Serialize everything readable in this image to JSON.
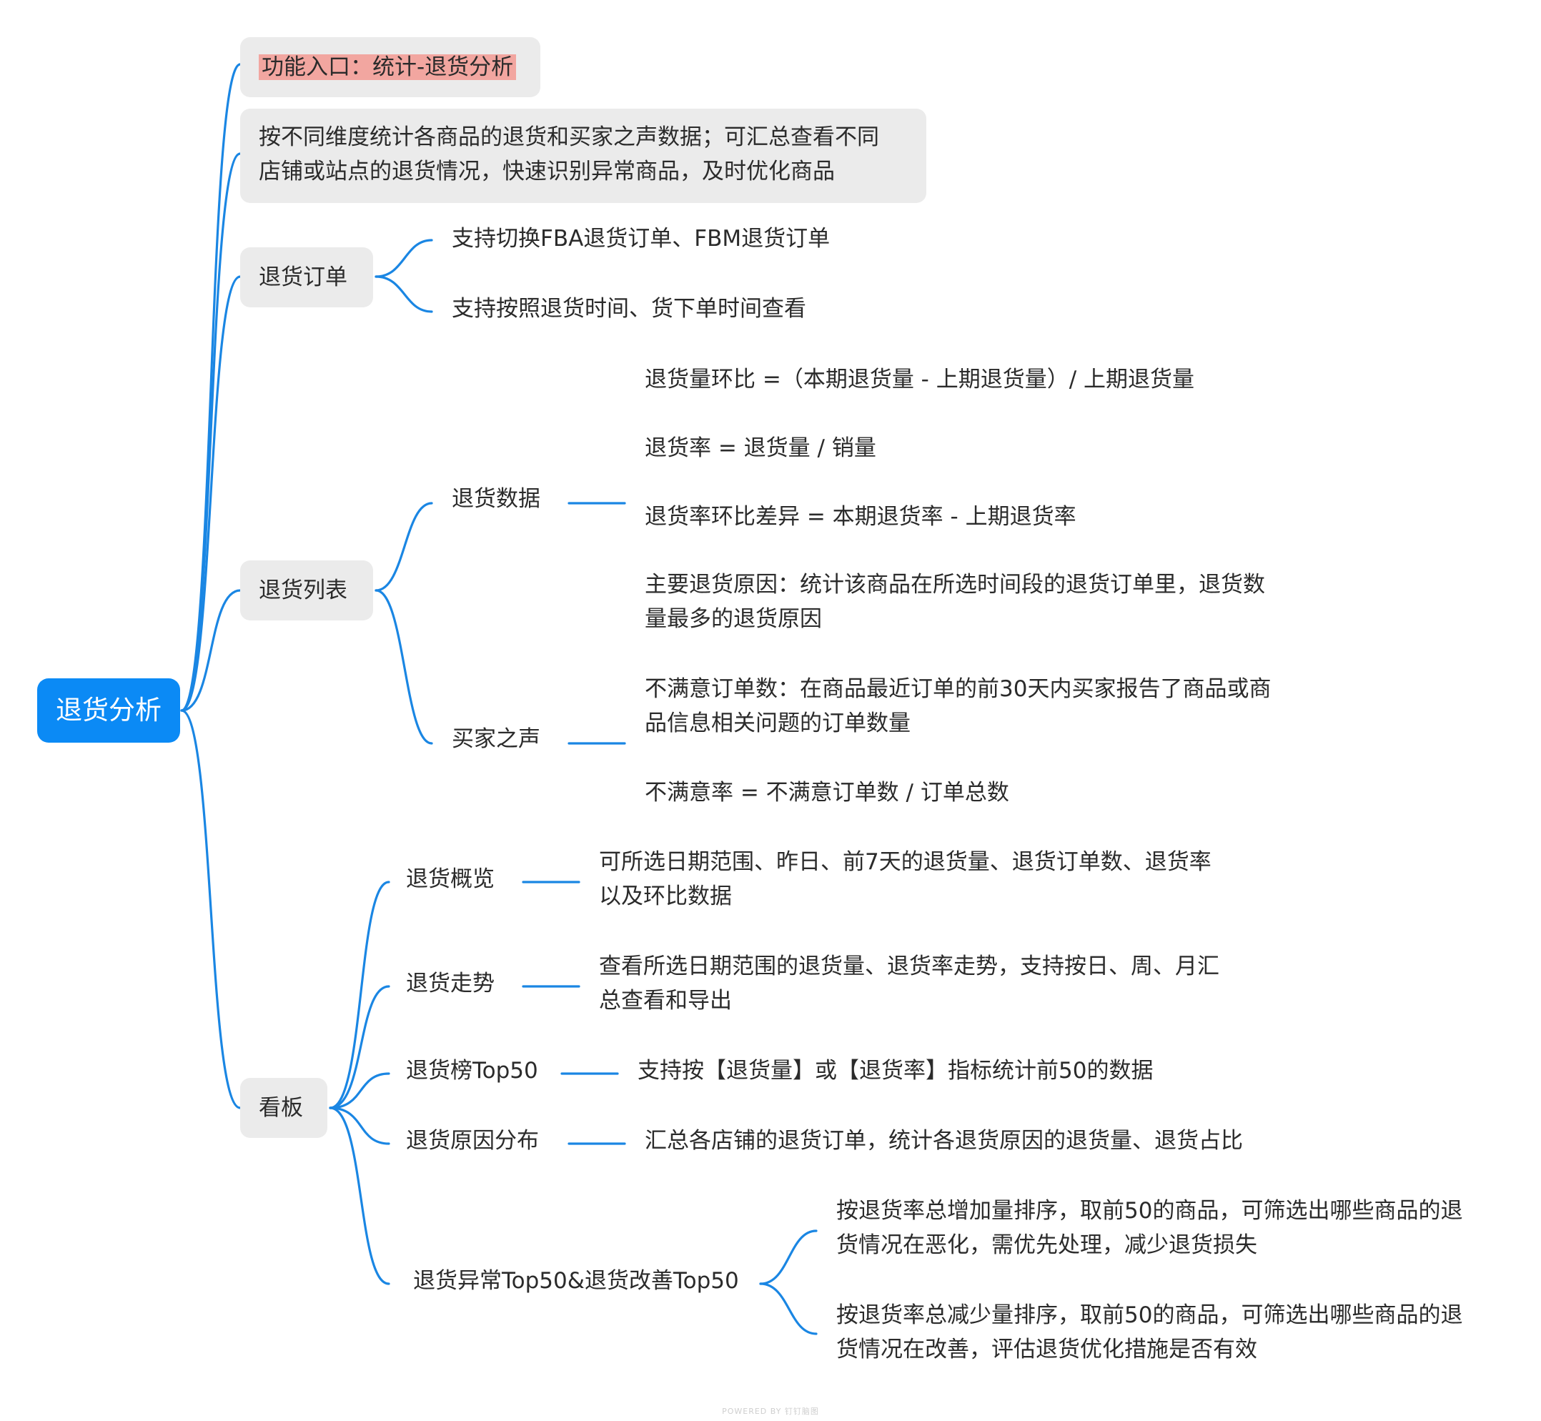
{
  "root": "退货分析",
  "entry": "功能入口：统计-退货分析",
  "intro": {
    "line1": "按不同维度统计各商品的退货和买家之声数据；可汇总查看不同",
    "line2": "店铺或站点的退货情况，快速识别异常商品，及时优化商品"
  },
  "orders": {
    "label": "退货订单",
    "items": [
      "支持切换FBA退货订单、FBM退货订单",
      "支持按照退货时间、货下单时间查看"
    ]
  },
  "list": {
    "label": "退货列表",
    "return_data": {
      "label": "退货数据",
      "items": [
        "退货量环比 =（本期退货量 - 上期退货量）/ 上期退货量",
        "退货率 = 退货量 / 销量",
        "退货率环比差异 = 本期退货率 - 上期退货率"
      ],
      "reason": {
        "line1": "主要退货原因：统计该商品在所选时间段的退货订单里，退货数",
        "line2": "量最多的退货原因"
      }
    },
    "voice": {
      "label": "买家之声",
      "dissatisfied": {
        "line1": "不满意订单数：在商品最近订单的前30天内买家报告了商品或商",
        "line2": "品信息相关问题的订单数量"
      },
      "rate": "不满意率 = 不满意订单数 / 订单总数"
    }
  },
  "board": {
    "label": "看板",
    "overview": {
      "label": "退货概览",
      "line1": "可所选日期范围、昨日、前7天的退货量、退货订单数、退货率",
      "line2": "以及环比数据"
    },
    "trend": {
      "label": "退货走势",
      "line1": "查看所选日期范围的退货量、退货率走势，支持按日、周、月汇",
      "line2": "总查看和导出"
    },
    "top50": {
      "label": "退货榜Top50",
      "desc": "支持按【退货量】或【退货率】指标统计前50的数据"
    },
    "reasons": {
      "label": "退货原因分布",
      "desc": "汇总各店铺的退货订单，统计各退货原因的退货量、退货占比"
    },
    "abnormal": {
      "label": "退货异常Top50&退货改善Top50",
      "item1": {
        "line1": "按退货率总增加量排序，取前50的商品，可筛选出哪些商品的退",
        "line2": "货情况在恶化，需优先处理，减少退货损失"
      },
      "item2": {
        "line1": "按退货率总减少量排序，取前50的商品，可筛选出哪些商品的退",
        "line2": "货情况在改善，评估退货优化措施是否有效"
      }
    }
  },
  "footer": "POWERED BY 钉钉脑图",
  "colors": {
    "root": "#0b8af5",
    "line": "#1a86e3",
    "box": "#ebebeb",
    "highlight": "#f2a6a0"
  }
}
